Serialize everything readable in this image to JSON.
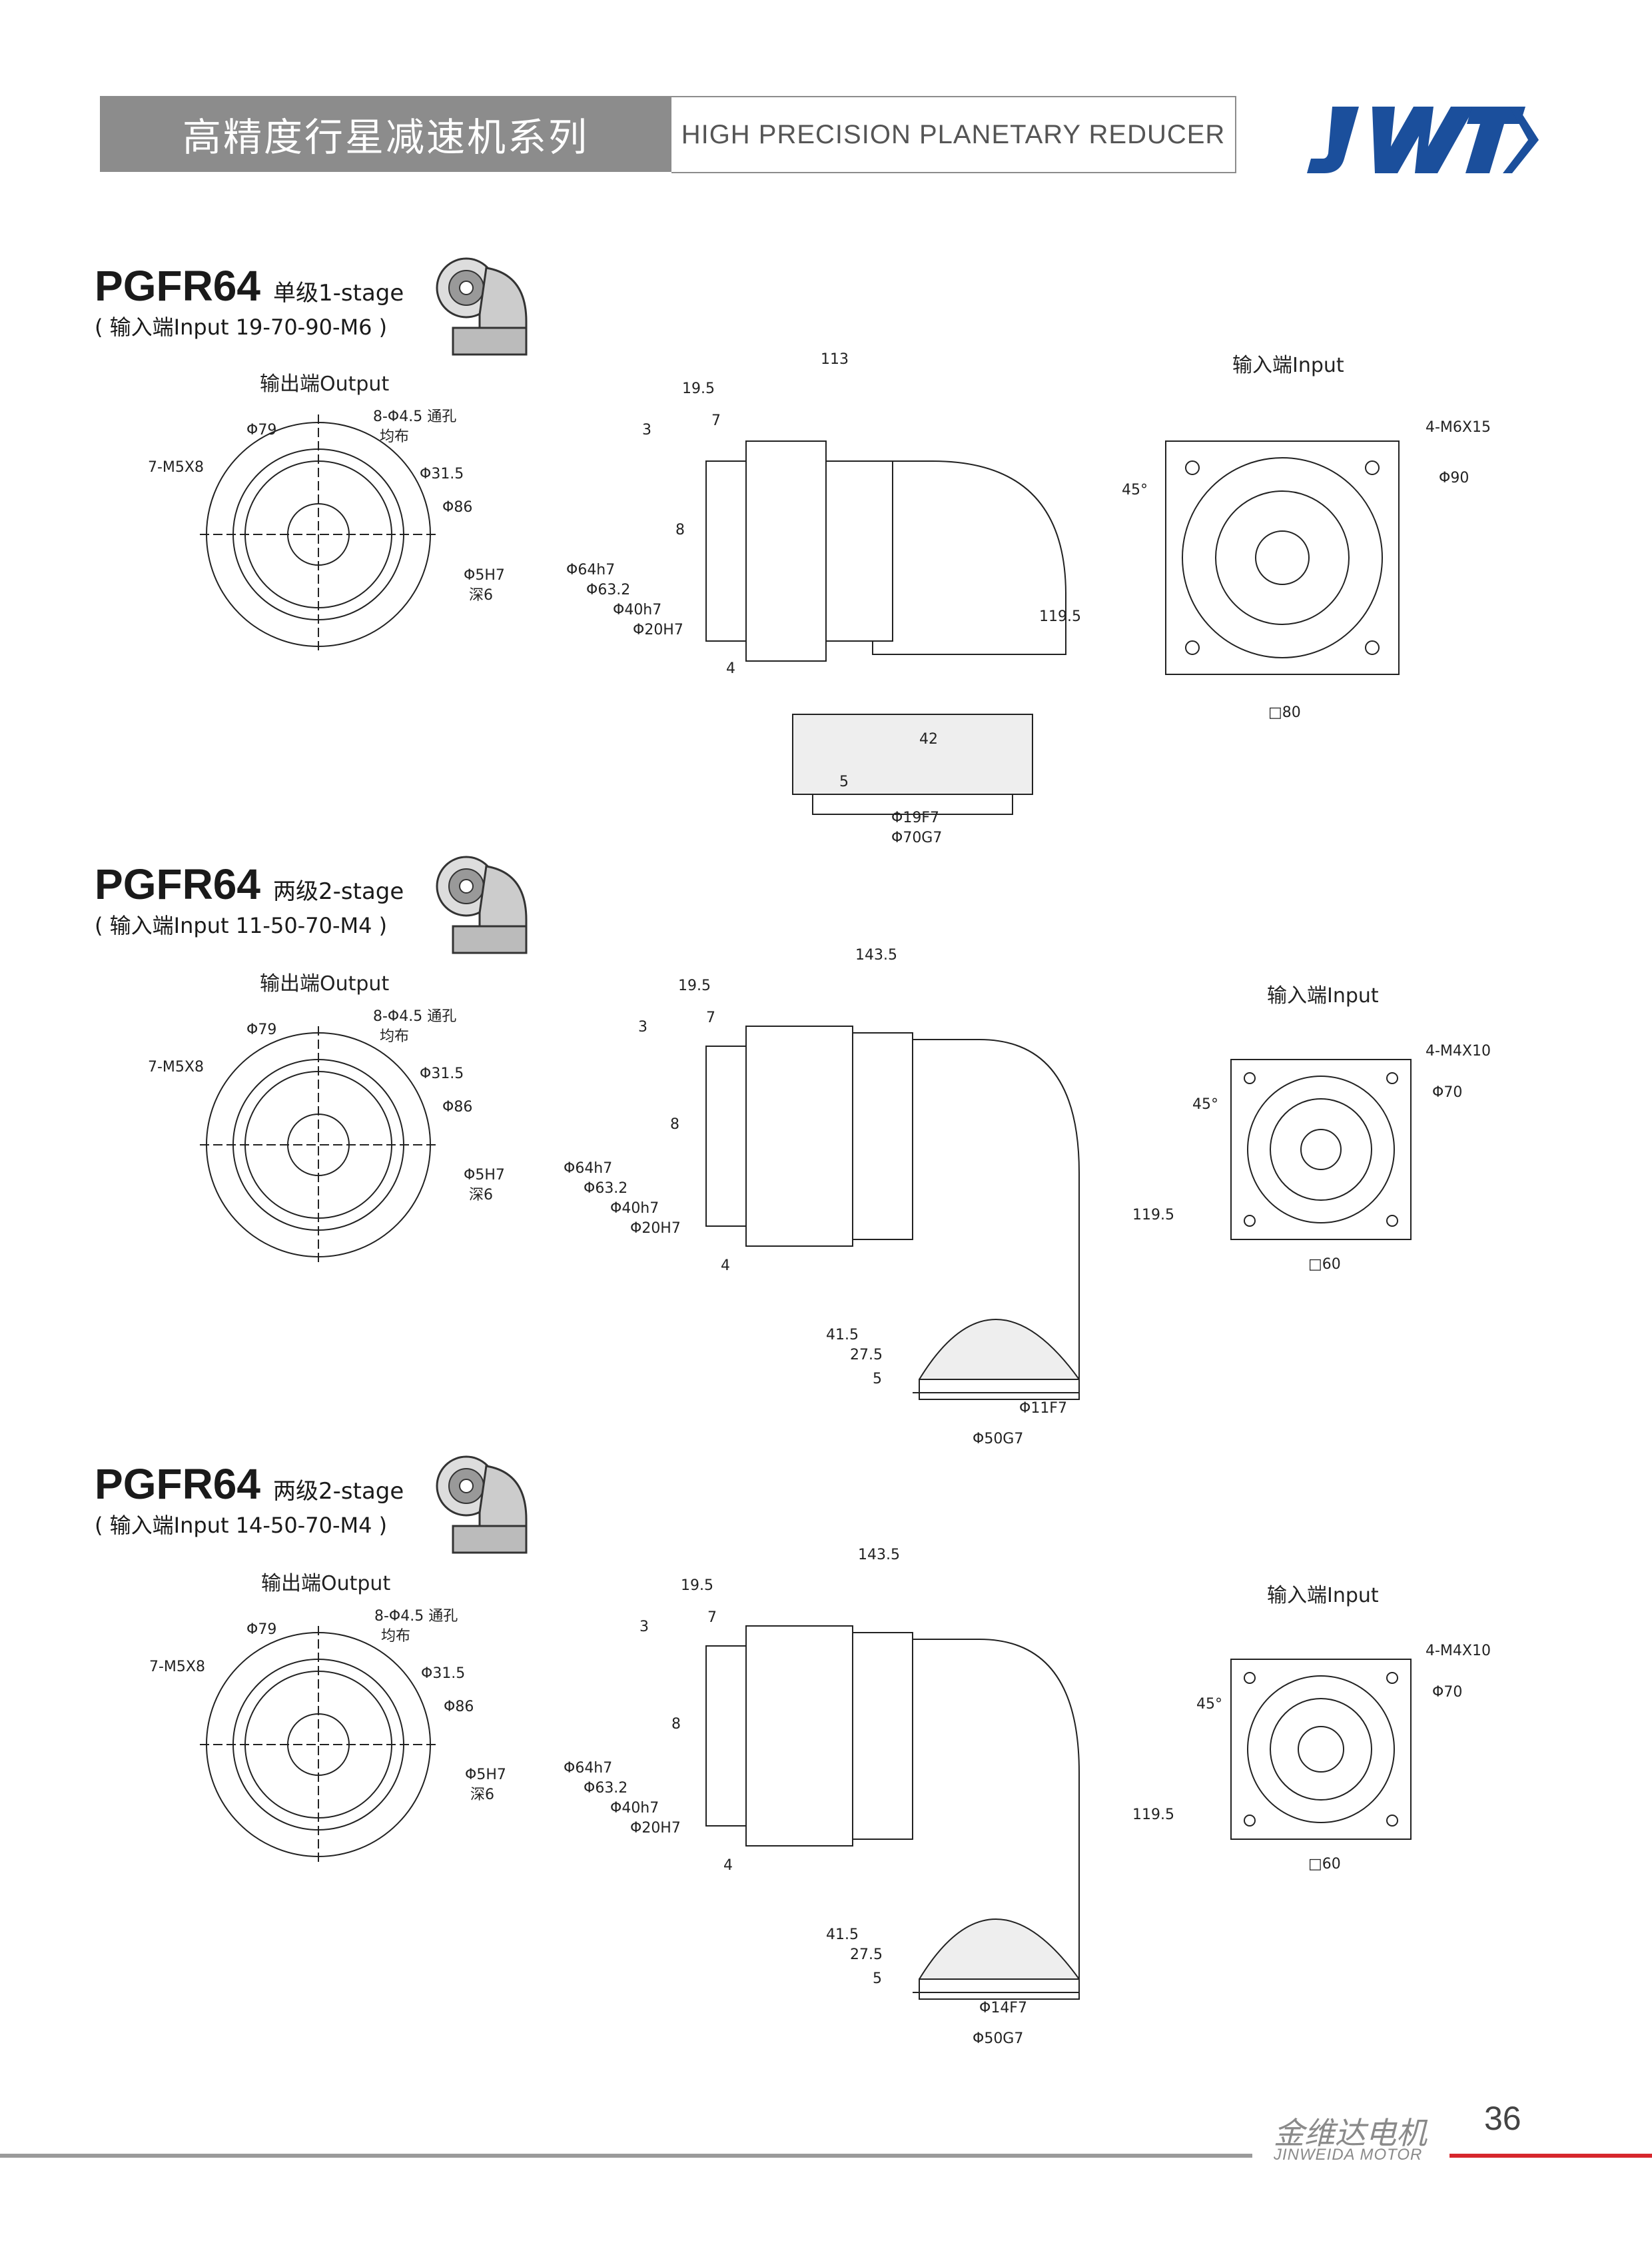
{
  "header": {
    "title_cn": "高精度行星减速机系列",
    "title_en": "HIGH PRECISION PLANETARY REDUCER",
    "logo_text": "JWT",
    "brand_color": "#1b4f9c"
  },
  "sections": [
    {
      "model": "PGFR64",
      "stage": "单级1-stage",
      "input_spec": "( 输入端Input 19-70-90-M6 )",
      "output_view": {
        "title": "输出端Output",
        "holes": "8-Φ4.5 通孔",
        "holes_note": "均布",
        "thread": "7-M5X8",
        "d1": "Φ79",
        "d2": "Φ31.5",
        "d3": "Φ86",
        "pin": "Φ5H7",
        "pin_depth": "深6"
      },
      "side_view": {
        "total_length": "113",
        "flange_length": "19.5",
        "d_3": "3",
        "d_7": "7",
        "d_8": "8",
        "d_4": "4",
        "od1": "Φ64h7",
        "od2": "Φ63.2",
        "od3": "Φ40h7",
        "od4": "Φ20H7",
        "height": "119.5",
        "h42": "42",
        "h5": "5",
        "bore": "Φ19F7",
        "pilot": "Φ70G7"
      },
      "input_view": {
        "title": "输入端Input",
        "holes": "4-M6X15",
        "pcd": "Φ90",
        "angle": "45°",
        "square": "□80"
      }
    },
    {
      "model": "PGFR64",
      "stage": "两级2-stage",
      "input_spec": "( 输入端Input 11-50-70-M4 )",
      "output_view": {
        "title": "输出端Output",
        "holes": "8-Φ4.5 通孔",
        "holes_note": "均布",
        "thread": "7-M5X8",
        "d1": "Φ79",
        "d2": "Φ31.5",
        "d3": "Φ86",
        "pin": "Φ5H7",
        "pin_depth": "深6"
      },
      "side_view": {
        "total_length": "143.5",
        "flange_length": "19.5",
        "d_3": "3",
        "d_7": "7",
        "d_8": "8",
        "d_4": "4",
        "od1": "Φ64h7",
        "od2": "Φ63.2",
        "od3": "Φ40h7",
        "od4": "Φ20H7",
        "height": "119.5",
        "h415": "41.5",
        "h275": "27.5",
        "h5": "5",
        "bore": "Φ11F7",
        "pilot": "Φ50G7"
      },
      "input_view": {
        "title": "输入端Input",
        "holes": "4-M4X10",
        "pcd": "Φ70",
        "angle": "45°",
        "square": "□60"
      }
    },
    {
      "model": "PGFR64",
      "stage": "两级2-stage",
      "input_spec": "( 输入端Input 14-50-70-M4 )",
      "output_view": {
        "title": "输出端Output",
        "holes": "8-Φ4.5 通孔",
        "holes_note": "均布",
        "thread": "7-M5X8",
        "d1": "Φ79",
        "d2": "Φ31.5",
        "d3": "Φ86",
        "pin": "Φ5H7",
        "pin_depth": "深6"
      },
      "side_view": {
        "total_length": "143.5",
        "flange_length": "19.5",
        "d_3": "3",
        "d_7": "7",
        "d_8": "8",
        "d_4": "4",
        "od1": "Φ64h7",
        "od2": "Φ63.2",
        "od3": "Φ40h7",
        "od4": "Φ20H7",
        "height": "119.5",
        "h415": "41.5",
        "h275": "27.5",
        "h5": "5",
        "bore": "Φ14F7",
        "pilot": "Φ50G7"
      },
      "input_view": {
        "title": "输入端Input",
        "holes": "4-M4X10",
        "pcd": "Φ70",
        "angle": "45°",
        "square": "□60"
      }
    }
  ],
  "footer": {
    "company_cn": "金维达电机",
    "company_en": "JINWEIDA MOTOR",
    "page_number": "36",
    "accent_color": "#d7262c"
  }
}
